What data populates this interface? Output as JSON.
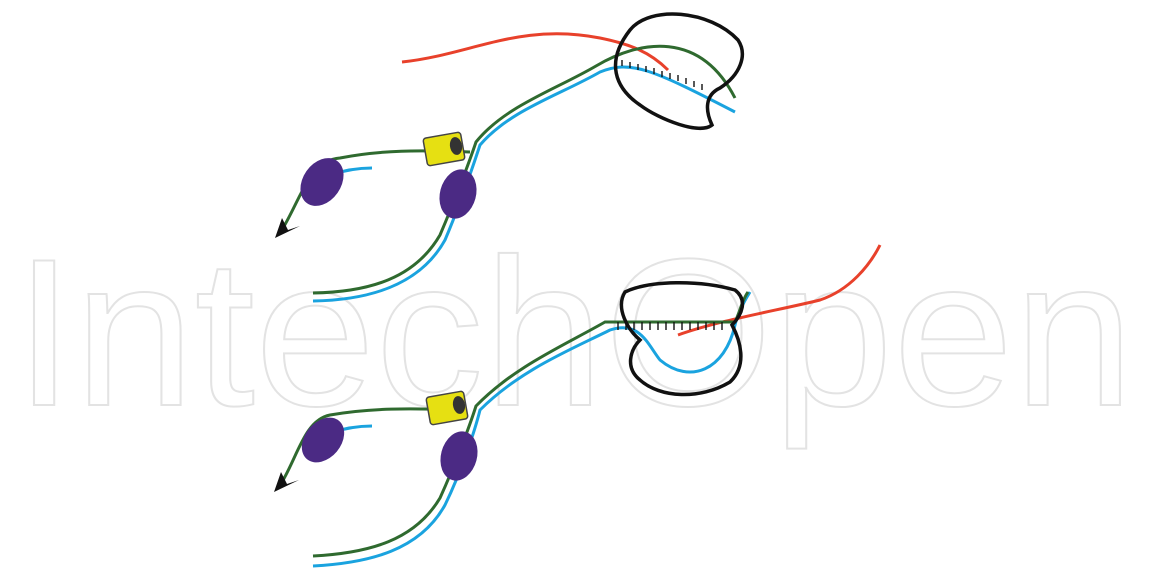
{
  "watermark": {
    "text": "IntechOpen",
    "color": "#dcdcdc"
  },
  "colors": {
    "strand_green": "#2f6a2f",
    "strand_blue": "#1aa3df",
    "strand_red": "#e8412b",
    "enzyme_outline": "#111111",
    "clamp_yellow": "#e6e012",
    "ssb_purple": "#4b2a84",
    "arrow": "#111111"
  },
  "diagram": {
    "panels": [
      {
        "id": "panel-top",
        "label": ""
      },
      {
        "id": "panel-bottom",
        "label": ""
      }
    ]
  }
}
